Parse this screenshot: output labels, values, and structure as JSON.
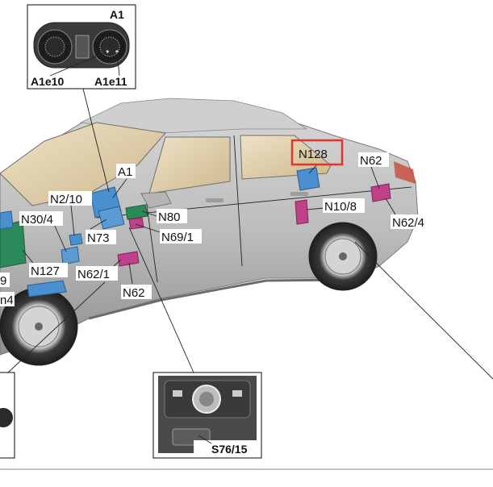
{
  "insets": {
    "cluster": {
      "title": "A1",
      "left_label": "A1e10",
      "right_label": "A1e11"
    },
    "switch": {
      "label": "S76/15"
    }
  },
  "labels": {
    "a1": "A1",
    "n2_10": "N2/10",
    "n30_4": "N30/4",
    "n73": "N73",
    "n80": "N80",
    "n69_1": "N69/1",
    "n127": "N127",
    "n62_1": "N62/1",
    "n62_bottom": "N62",
    "n128": "N128",
    "n62_top": "N62",
    "n10_8": "N10/8",
    "n62_4": "N62/4",
    "partial_9": "9",
    "partial_n4": "n4"
  },
  "colors": {
    "highlight": "#e8332b",
    "module_blue": "#3b8ed6",
    "module_green": "#2a8a5a",
    "module_magenta": "#c0418a",
    "car_body": "#bdbdbd"
  }
}
